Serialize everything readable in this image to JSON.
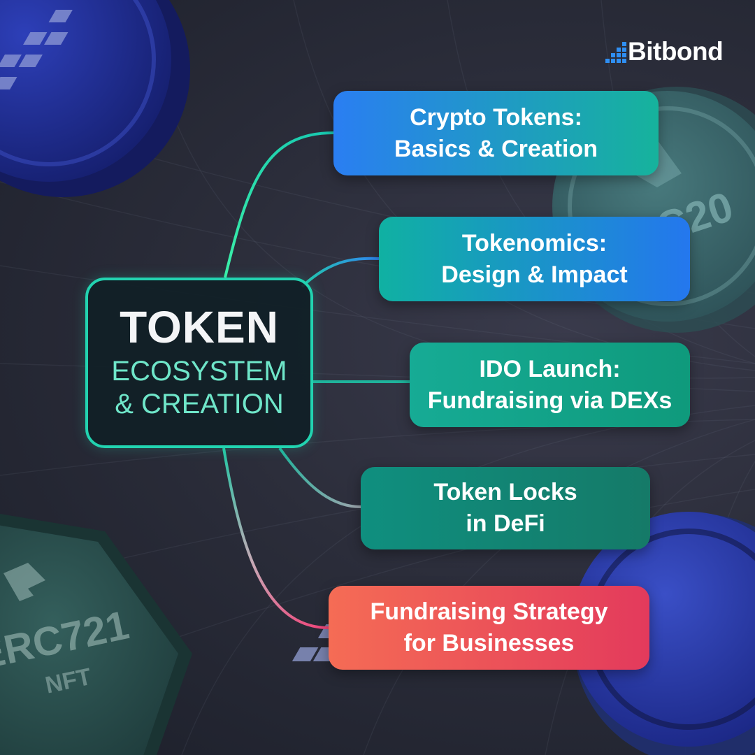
{
  "brand": {
    "name": "Bitbond",
    "logo_icon": "bitbond-logo-icon",
    "logo_color": "#2f8ff3"
  },
  "hub": {
    "title": "TOKEN",
    "subtitle": "ECOSYSTEM\n& CREATION",
    "border_color": "#22d3b0",
    "subtitle_color": "#6fe6c9"
  },
  "topics": [
    {
      "label": "Crypto Tokens:\nBasics & Creation",
      "colors": [
        "#2a7ef2",
        "#16b39c"
      ]
    },
    {
      "label": "Tokenomics:\nDesign & Impact",
      "colors": [
        "#10b1a2",
        "#2477ee"
      ]
    },
    {
      "label": "IDO Launch:\nFundraising via DEXs",
      "colors": [
        "#16ab95",
        "#0f9a7c"
      ]
    },
    {
      "label": "Token Locks\nin DeFi",
      "colors": [
        "#0f8f7f",
        "#157a68"
      ]
    },
    {
      "label": "Fundraising Strategy\nfor Businesses",
      "colors": [
        "#f56c55",
        "#e33a5c"
      ]
    }
  ],
  "decor_tokens": [
    {
      "icon": "bitbond-coin-icon",
      "color": "#2233a0"
    },
    {
      "icon": "erc20-coin-icon",
      "text": "C20",
      "color": "#3f6d70"
    },
    {
      "icon": "erc721-nft-coin-icon",
      "text": "ERC721",
      "subtext": "NFT",
      "color": "#2b5a56"
    },
    {
      "icon": "bitbond-coin-icon",
      "color": "#2b3f9a"
    }
  ]
}
